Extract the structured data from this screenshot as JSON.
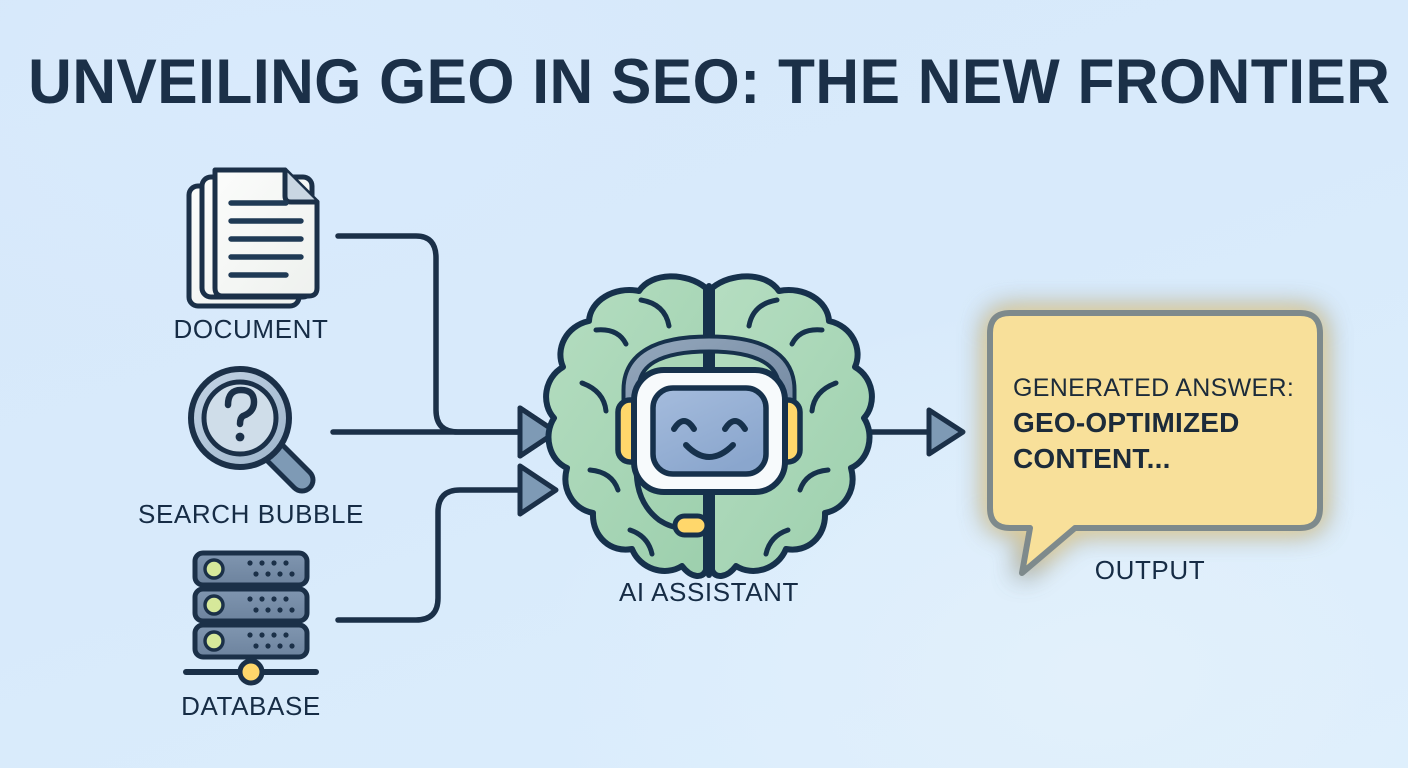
{
  "page": {
    "title": "UNVEILING GEO IN SEO: THE NEW FRONTIER",
    "background_color": "#d6e8fa",
    "ink_color": "#162c45",
    "arrow_head_color": "#7e9ab5"
  },
  "diagram": {
    "type": "flow",
    "inputs": [
      {
        "id": "document",
        "label": "DOCUMENT",
        "icon": "document-stack-icon"
      },
      {
        "id": "search-bubble",
        "label": "SEARCH BUBBLE",
        "icon": "magnifier-question-icon"
      },
      {
        "id": "database",
        "label": "DATABASE",
        "icon": "database-server-icon"
      }
    ],
    "processor": {
      "id": "ai-assistant",
      "label": "AI ASSISTANT",
      "icon": "brain-robot-headset-icon",
      "brain_color": "#a9d7b7",
      "face_color": "#93afd4",
      "headset_color": "#7e93ac",
      "earcup_color": "#ffd76b"
    },
    "output": {
      "id": "output",
      "label": "OUTPUT",
      "bubble_line_1": "GENERATED ANSWER:",
      "bubble_line_2": "GEO-OPTIMIZED",
      "bubble_line_3": "CONTENT...",
      "bubble_fill": "#f8e09a",
      "bubble_border": "#7e8a8c"
    },
    "connectors": [
      {
        "from": "document",
        "to": "ai-assistant",
        "shape": "elbow-down"
      },
      {
        "from": "search-bubble",
        "to": "ai-assistant",
        "shape": "straight"
      },
      {
        "from": "database",
        "to": "ai-assistant",
        "shape": "elbow-up"
      },
      {
        "from": "ai-assistant",
        "to": "output",
        "shape": "straight"
      }
    ]
  }
}
